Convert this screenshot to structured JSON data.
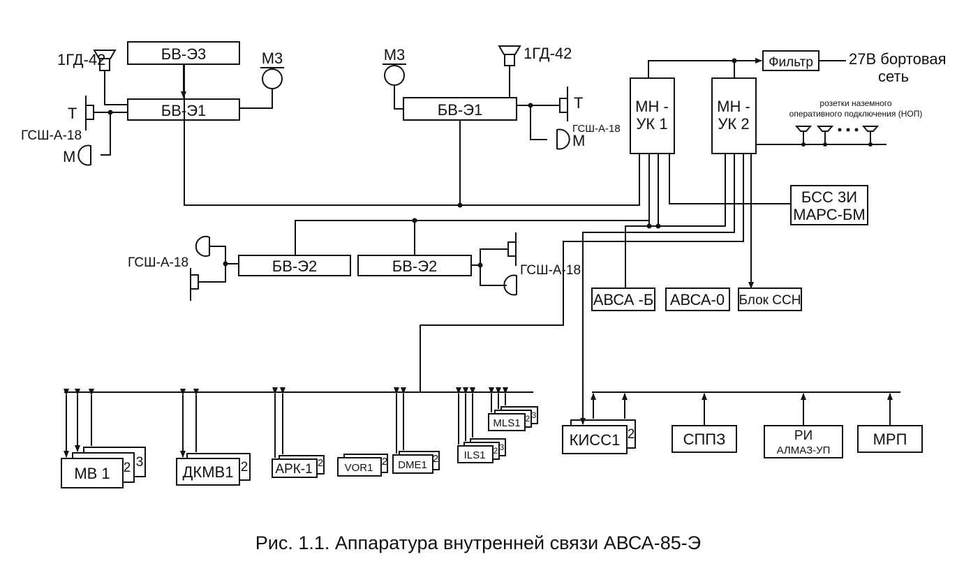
{
  "diagram": {
    "caption": "Рис. 1.1. Аппаратура внутренней связи АВСА-85-Э",
    "power": {
      "filter": "Фильтр",
      "source_line1": "27В бортовая",
      "source_line2": "сеть"
    },
    "amplifiers": {
      "mn1_line1": "МН -",
      "mn1_line2": "УК 1",
      "mn2_line1": "МН -",
      "mn2_line2": "УК 2"
    },
    "ground_sockets": {
      "line1": "розетки наземного",
      "line2": "оперативного подключения (НОП)"
    },
    "stations": {
      "bve3": "БВ-Э3",
      "bve1_left": "БВ-Э1",
      "bve1_right": "БВ-Э1",
      "bve2_left": "БВ-Э2",
      "bve2_right": "БВ-Э2"
    },
    "devices": {
      "speaker": "1ГД-42",
      "mic_m3": "М3",
      "phone_t": "Т",
      "mic_m": "М",
      "headset": "ГСШ-А-18"
    },
    "recorder": {
      "line1": "БСС 3И",
      "line2": "МАРС-БМ"
    },
    "avsa_b": "АВСА -Б",
    "avsa_0": "АВСА-0",
    "ssn": "Блок ССН",
    "radio": {
      "mv": "МВ 1",
      "dkmv": "ДКМВ1",
      "ark": "АРК-1",
      "vor": "VOR1",
      "dme": "DME1",
      "ils": "ILS1",
      "mls": "MLS1",
      "num2": "2",
      "num3": "3"
    },
    "lower_right": {
      "kiss": "КИСС1",
      "spp": "СППЗ",
      "ri_line1": "РИ",
      "ri_line2": "АЛМАЗ-УП",
      "mrp": "МРП"
    }
  }
}
